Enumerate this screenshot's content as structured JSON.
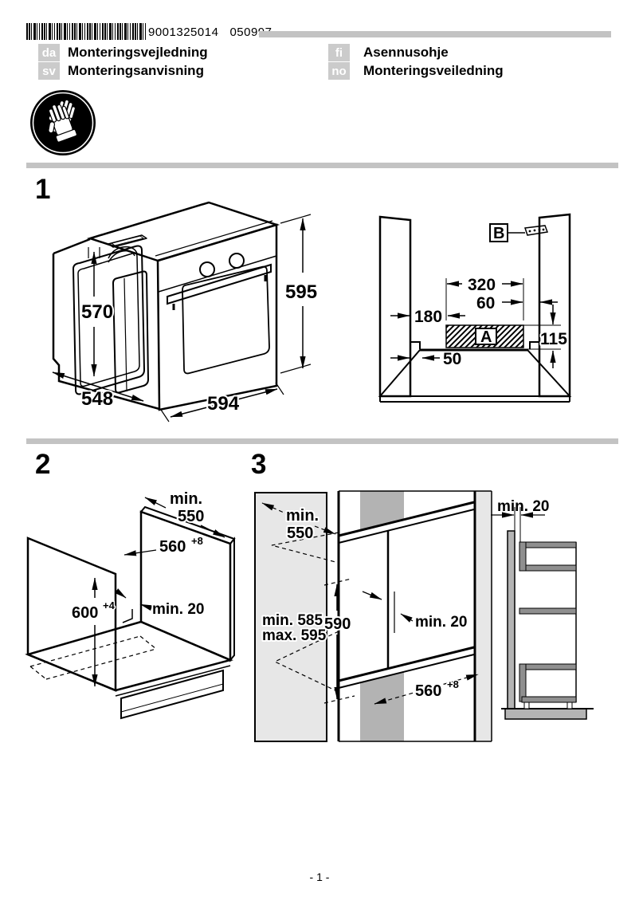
{
  "header": {
    "barcode_number": "9001325014",
    "barcode_suffix": "050997",
    "languages": [
      {
        "code": "da",
        "title": "Monteringsvejledning"
      },
      {
        "code": "sv",
        "title": "Monteringsanvisning"
      },
      {
        "code": "fi",
        "title": "Asennusohje"
      },
      {
        "code": "no",
        "title": "Monteringsveiledning"
      }
    ]
  },
  "safety": {
    "icon": "protective-gloves-icon"
  },
  "figures": {
    "fig1": {
      "number": "1",
      "oven": {
        "inner_height": "570",
        "overall_height": "595",
        "depth": "548",
        "width": "594"
      },
      "niche": {
        "label_a": "A",
        "label_b": "B",
        "dim_width_a": "320",
        "dim_gap_right": "60",
        "dim_gap_left": "180",
        "dim_height": "115",
        "dim_ledge": "50"
      }
    },
    "fig2": {
      "number": "2",
      "dims": {
        "depth_min": "min.",
        "depth_value": "550",
        "width": "560",
        "width_tol": "+8",
        "height": "600",
        "height_tol": "+4",
        "rear_gap": "min. 20"
      }
    },
    "fig3": {
      "number": "3",
      "cabinet": {
        "depth_min": "min.",
        "depth_value": "550",
        "niche_min": "min. 585",
        "niche_max": "max. 595",
        "niche_height": "590",
        "rear_gap": "min. 20",
        "width": "560",
        "width_tol": "+8"
      },
      "side": {
        "rear_gap": "min. 20"
      }
    }
  },
  "footer": {
    "page_number": "- 1 -"
  },
  "colors": {
    "divider": "#c3c3c3",
    "lang_box": "#cbcbcb",
    "panel_gray": "#e7e7e7",
    "oven_front": "#b0b0b0",
    "door_glass": "#c9c9c9",
    "dark_strip": "#8f8f8f",
    "mid_gray": "#b4b4b4"
  }
}
